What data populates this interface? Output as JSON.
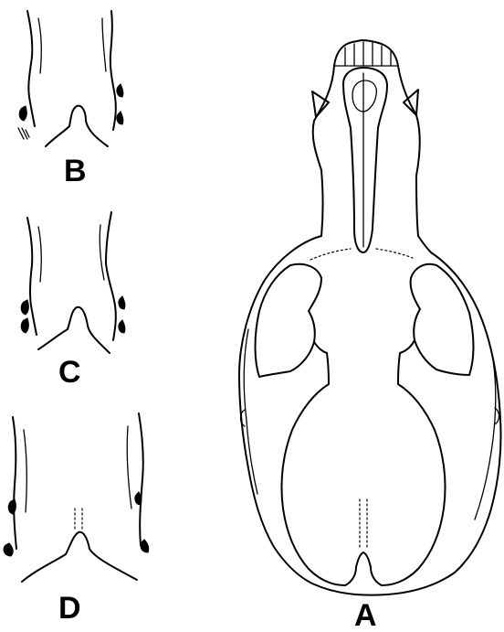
{
  "figures": [
    {
      "id": "A",
      "label": "A"
    },
    {
      "id": "B",
      "label": "B"
    },
    {
      "id": "C",
      "label": "C"
    },
    {
      "id": "D",
      "label": "D"
    }
  ]
}
